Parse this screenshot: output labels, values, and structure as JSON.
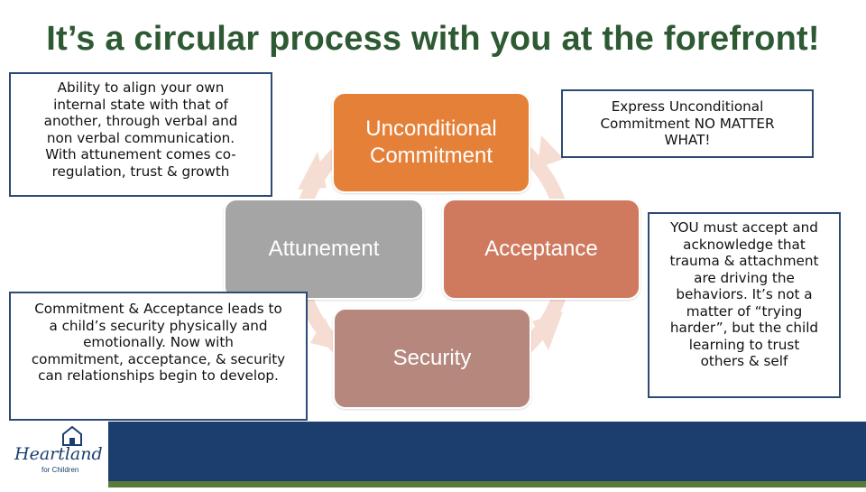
{
  "slide": {
    "title": "It’s a circular process with you at the forefront!"
  },
  "notes": {
    "top_left": "Ability to align your own\ninternal state with that of\nanother, through verbal and\nnon verbal communication.\nWith attunement comes co-\nregulation, trust & growth",
    "top_right": "Express Unconditional\nCommitment NO MATTER\nWHAT!",
    "bottom_left": "Commitment & Acceptance leads to\na child’s security physically and\nemotionally.  Now with\ncommitment, acceptance, & security\ncan relationships begin to develop.",
    "right": "YOU must accept and\nacknowledge that\ntrauma & attachment\nare driving the\nbehaviors.  It’s not a\nmatter of “trying\nharder”, but the child\nlearning to trust\nothers & self"
  },
  "cycle": {
    "commitment": "Unconditional\nCommitment",
    "attunement": "Attunement",
    "acceptance": "Acceptance",
    "security": "Security",
    "colors": {
      "commitment": "#e58038",
      "attunement": "#a5a5a5",
      "acceptance": "#cf7a5e",
      "security": "#b5877d",
      "ring": "#f6ddd3"
    }
  },
  "footer": {
    "logo_name": "Heartland",
    "logo_tagline": "for Children",
    "colors": {
      "band": "#1b3e6f",
      "strip": "#5a7a3a"
    }
  }
}
